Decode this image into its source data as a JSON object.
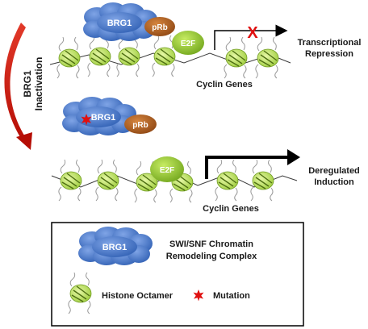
{
  "side_label": [
    "BRG1",
    "Inactivation"
  ],
  "top_panel": {
    "proteins": {
      "brg1": "BRG1",
      "prb": "pRb",
      "e2f": "E2F"
    },
    "blocked_mark": "X",
    "outcome": [
      "Transcriptional",
      "Repression"
    ],
    "genes_label": "Cyclin Genes"
  },
  "middle_panel": {
    "proteins": {
      "brg1": "BRG1",
      "prb": "pRb"
    }
  },
  "bottom_panel": {
    "proteins": {
      "e2f": "E2F"
    },
    "outcome": [
      "Deregulated",
      "Induction"
    ],
    "genes_label": "Cyclin Genes"
  },
  "legend": {
    "complex_symbol_label": "BRG1",
    "complex_text": [
      "SWI/SNF Chromatin",
      "Remodeling Complex"
    ],
    "histone_text": "Histone Octamer",
    "mutation_text": "Mutation"
  },
  "colors": {
    "brg1_blue": "#4a78c8",
    "prb_brown": "#a85a1e",
    "e2f_green": "#86bf2a",
    "histone_green": "#b5de54",
    "arrow_red": "#cc1a10",
    "mutation_red": "#e01010"
  }
}
